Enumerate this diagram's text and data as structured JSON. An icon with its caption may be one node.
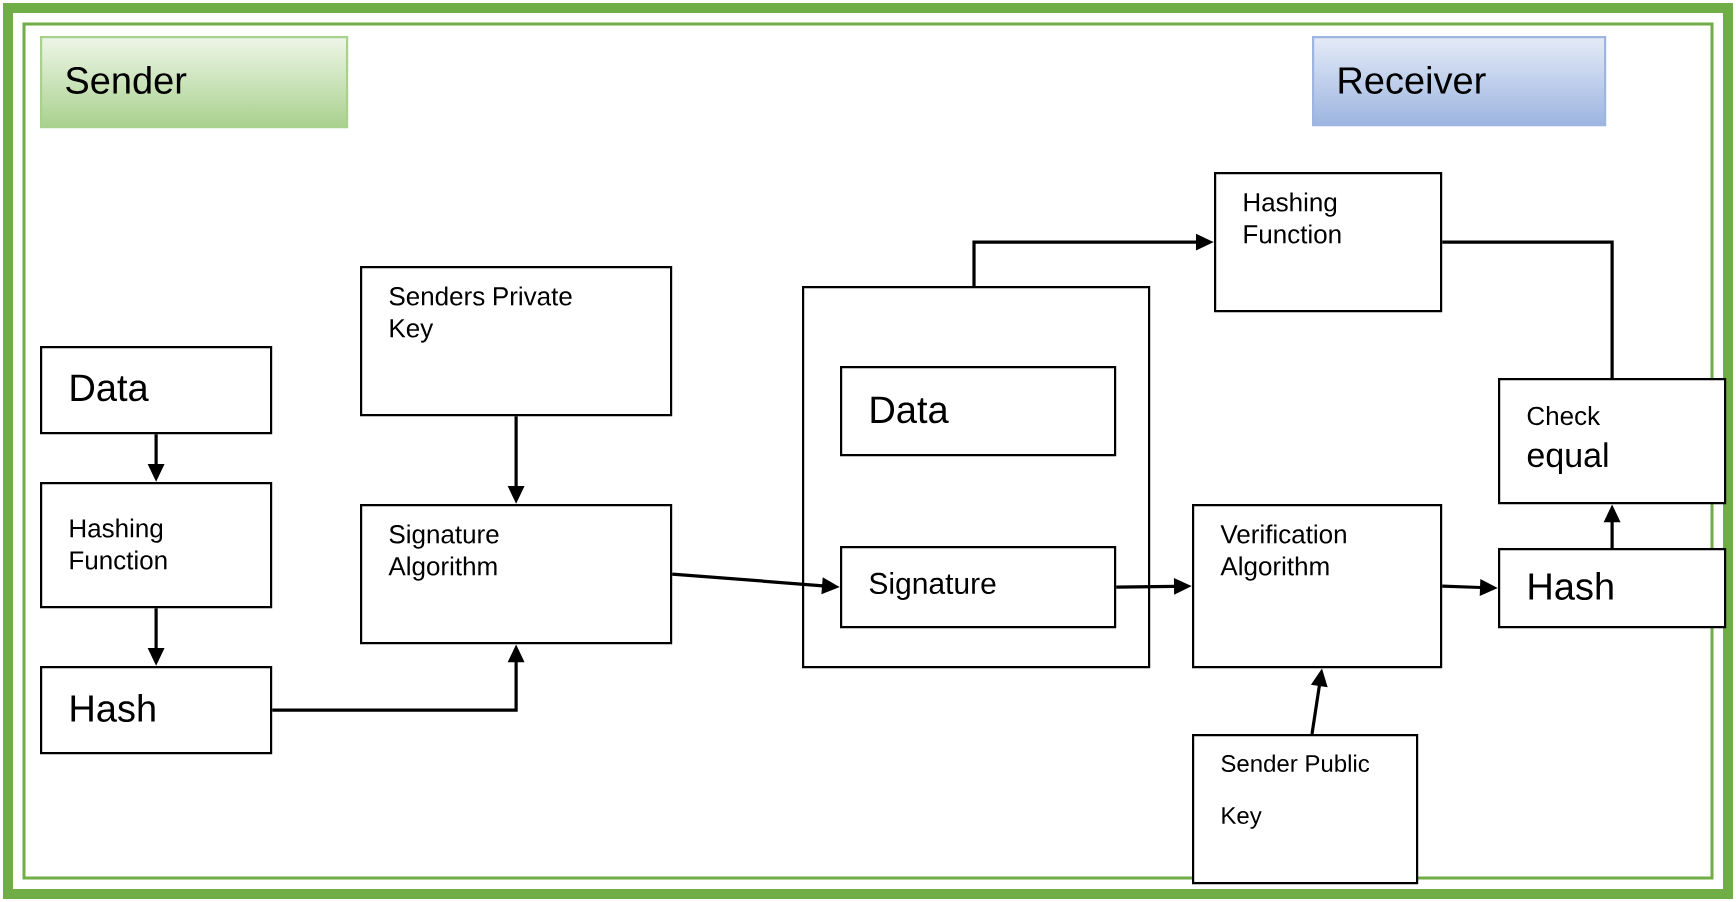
{
  "diagram": {
    "nodes": [
      {
        "text": [
          "Sender"
        ]
      },
      {
        "text": [
          "Receiver"
        ]
      },
      {
        "text": [
          "Data"
        ]
      },
      {
        "text": [
          "Hashing Function"
        ]
      },
      {
        "text": [
          "Hash"
        ]
      },
      {
        "text": [
          "Senders Private Key"
        ]
      },
      {
        "text": [
          "Signature Algorithm"
        ]
      },
      {
        "text": [],
        "shape": "box"
      },
      {
        "text": [
          "Data"
        ],
        "in": 7
      },
      {
        "text": [
          "Signature"
        ],
        "in": 7
      },
      {
        "text": [
          "Hashing Function"
        ]
      },
      {
        "text": [
          "Check",
          "equal"
        ]
      },
      {
        "text": [
          "Verification Algorithm"
        ]
      },
      {
        "text": [
          "Hash"
        ]
      },
      {
        "text": [
          "Sender Public Key"
        ]
      }
    ],
    "edges": [
      {
        "from": 2,
        "to": 3,
        "arrow": "to"
      },
      {
        "from": 3,
        "to": 4,
        "arrow": "to"
      },
      {
        "from": 4,
        "to": 6,
        "arrow": "to"
      },
      {
        "from": 5,
        "to": 6,
        "arrow": "to"
      },
      {
        "from": 6,
        "to": 9,
        "arrow": "to"
      },
      {
        "from": 7,
        "to": 10,
        "arrow": "to"
      },
      {
        "from": 10,
        "to": 11,
        "arrow": "none"
      },
      {
        "from": 9,
        "to": 12,
        "arrow": "to"
      },
      {
        "from": 12,
        "to": 13,
        "arrow": "to"
      },
      {
        "from": 13,
        "to": 11,
        "arrow": "to"
      },
      {
        "from": 14,
        "to": 12,
        "arrow": "to"
      }
    ]
  }
}
